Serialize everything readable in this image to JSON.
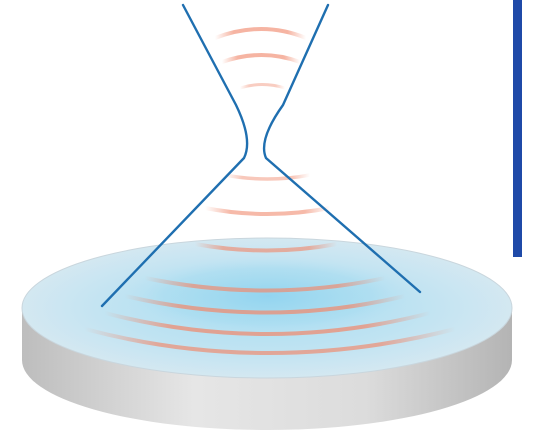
{
  "colors": {
    "background": "#ffffff",
    "beam_line": "#1f6fb0",
    "wavefront": "#f08a6e",
    "disc_top": "#cfe6f2",
    "disc_spot": "#9fd6ee",
    "disc_side": "#d8d8d8",
    "side_bar": "#1f4aa8"
  },
  "elements": {
    "beam": "focused-laser-beam",
    "wavefronts": "wavefront-arcs",
    "disc": "substrate-disc",
    "bar": "vertical-bar"
  }
}
